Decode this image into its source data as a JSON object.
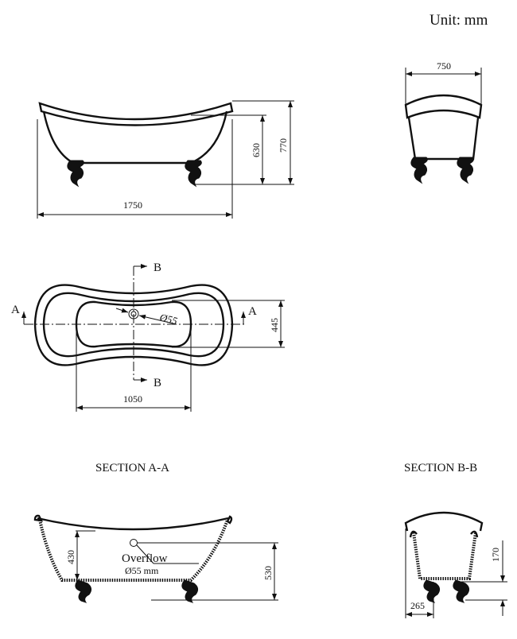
{
  "unit_label": "Unit: mm",
  "side_view": {
    "length": "1750",
    "rim_height": "770",
    "body_height": "630"
  },
  "end_view": {
    "width": "750"
  },
  "top_view": {
    "section_a": "A",
    "section_b": "B",
    "drain_diameter": "Ø55",
    "inner_width": "445",
    "inner_length": "1050"
  },
  "section_aa": {
    "title": "SECTION  A-A",
    "depth": "430",
    "overflow_label": "Overflow",
    "overflow_size": "Ø55  mm",
    "overflow_height": "530"
  },
  "section_bb": {
    "title": "SECTION  B-B",
    "leg_height": "170",
    "leg_offset": "265"
  }
}
